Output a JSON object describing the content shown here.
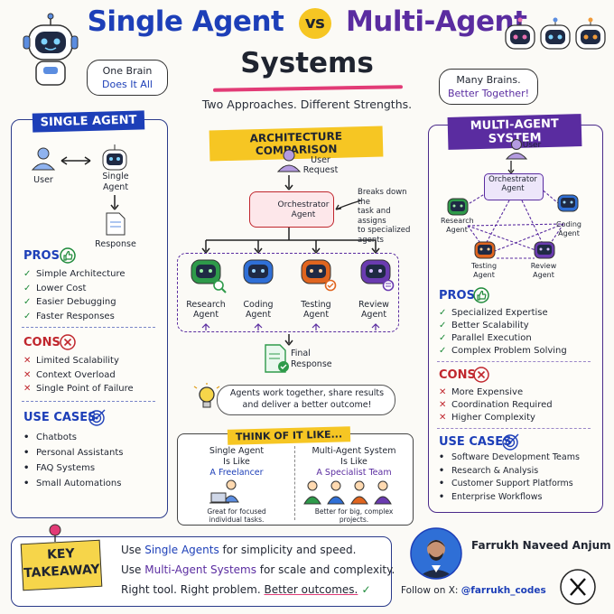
{
  "title": {
    "single": "Single Agent",
    "vs": "vs",
    "multi": "Multi-Agent",
    "line2": "Systems"
  },
  "subtitle": "Two Approaches. Different Strengths.",
  "bubble_left": {
    "line1": "One Brain",
    "line2": "Does It All"
  },
  "bubble_right": {
    "line1": "Many Brains.",
    "line2": "Better Together!"
  },
  "single_agent": {
    "header": "SINGLE AGENT",
    "user_label": "User",
    "agent_label_1": "Single",
    "agent_label_2": "Agent",
    "response_label": "Response",
    "pros_title": "PROS",
    "pros": [
      "Simple Architecture",
      "Lower Cost",
      "Easier Debugging",
      "Faster Responses"
    ],
    "cons_title": "CONS",
    "cons": [
      "Limited Scalability",
      "Context Overload",
      "Single Point of Failure"
    ],
    "use_title": "USE CASES",
    "use_cases": [
      "Chatbots",
      "Personal Assistants",
      "FAQ Systems",
      "Small Automations"
    ]
  },
  "architecture": {
    "header": "ARCHITECTURE COMPARISON",
    "user_1": "User",
    "user_2": "Request",
    "orch_1": "Orchestrator",
    "orch_2": "Agent",
    "note_1": "Breaks down the",
    "note_2": "task and assigns",
    "note_3": "to specialized",
    "note_4": "agents",
    "agents": [
      {
        "l1": "Research",
        "l2": "Agent",
        "color": "#2e9a4a"
      },
      {
        "l1": "Coding",
        "l2": "Agent",
        "color": "#2f6fd6"
      },
      {
        "l1": "Testing",
        "l2": "Agent",
        "color": "#e0651f"
      },
      {
        "l1": "Review",
        "l2": "Agent",
        "color": "#6a3bb0"
      }
    ],
    "final_1": "Final",
    "final_2": "Response",
    "tip_1": "Agents work together, share results",
    "tip_2": "and deliver a better outcome!"
  },
  "think": {
    "header": "THINK OF IT LIKE...",
    "left_1": "Single Agent",
    "left_2": "Is Like",
    "left_3": "A Freelancer",
    "left_note_1": "Great for focused",
    "left_note_2": "individual tasks.",
    "right_1": "Multi-Agent System",
    "right_2": "Is Like",
    "right_3": "A Specialist Team",
    "right_note_1": "Better for big, complex",
    "right_note_2": "projects."
  },
  "multi_agent": {
    "header": "MULTI-AGENT SYSTEM",
    "user_label": "User",
    "orch_1": "Orchestrator",
    "orch_2": "Agent",
    "research_1": "Research",
    "research_2": "Agent",
    "coding_1": "Coding",
    "coding_2": "Agent",
    "testing_1": "Testing",
    "testing_2": "Agent",
    "review_1": "Review",
    "review_2": "Agent",
    "pros_title": "PROS",
    "pros": [
      "Specialized Expertise",
      "Better Scalability",
      "Parallel Execution",
      "Complex Problem Solving"
    ],
    "cons_title": "CONS",
    "cons": [
      "More Expensive",
      "Coordination Required",
      "Higher Complexity"
    ],
    "use_title": "USE CASES",
    "use_cases": [
      "Software Development Teams",
      "Research & Analysis",
      "Customer Support Platforms",
      "Enterprise Workflows"
    ]
  },
  "takeaway": {
    "key_1": "KEY",
    "key_2": "TAKEAWAY",
    "l1_a": "Use ",
    "l1_b": "Single Agents",
    "l1_c": " for simplicity and speed.",
    "l2_a": "Use ",
    "l2_b": "Multi-Agent Systems",
    "l2_c": " for scale and complexity.",
    "l3_a": "Right tool. Right problem. ",
    "l3_b": "Better outcomes."
  },
  "author": {
    "name": "Farrukh Naveed Anjum",
    "follow": "Follow on X:",
    "handle": "@farrukh_codes"
  },
  "colors": {
    "blue": "#1d3fb8",
    "purple": "#5a2ca0",
    "yellow": "#f6c623",
    "green": "#1e8a3a",
    "red": "#c0262d",
    "pink": "#e23b76"
  }
}
